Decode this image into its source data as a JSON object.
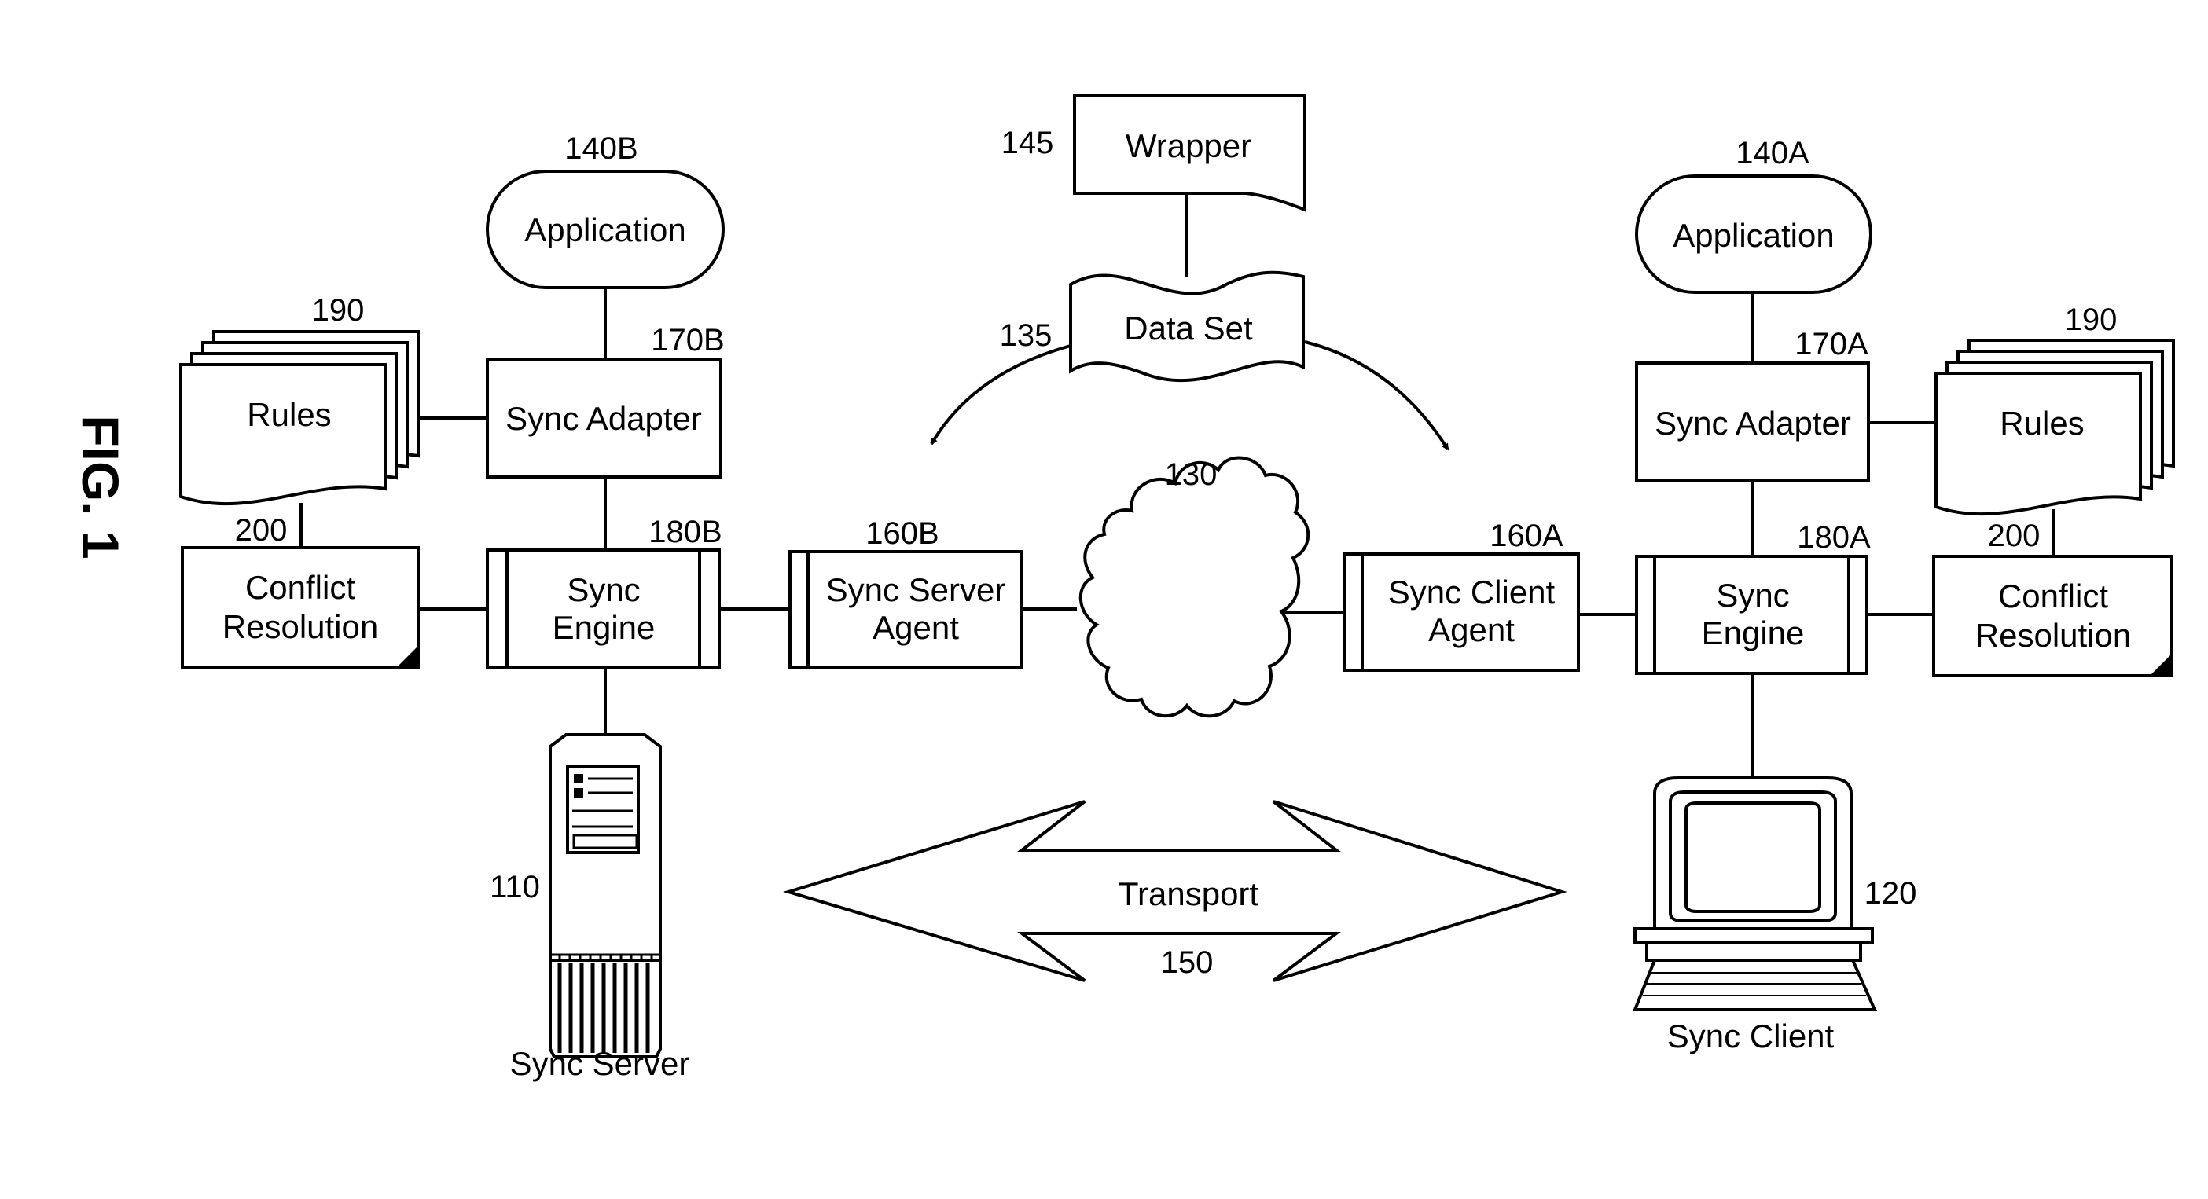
{
  "figure": {
    "label": "FIG. 1"
  },
  "server": {
    "application": {
      "label": "Application",
      "ref": "140B"
    },
    "sync_adapter": {
      "label": "Sync Adapter",
      "ref": "170B"
    },
    "rules": {
      "label": "Rules",
      "ref": "190"
    },
    "conflict_resolution": {
      "line1": "Conflict",
      "line2": "Resolution",
      "ref": "200"
    },
    "sync_engine": {
      "line1": "Sync",
      "line2": "Engine",
      "ref": "180B"
    },
    "agent": {
      "line1": "Sync Server",
      "line2": "Agent",
      "ref": "160B"
    },
    "device": {
      "label": "Sync Server",
      "ref": "110"
    }
  },
  "client": {
    "application": {
      "label": "Application",
      "ref": "140A"
    },
    "sync_adapter": {
      "label": "Sync Adapter",
      "ref": "170A"
    },
    "rules": {
      "label": "Rules",
      "ref": "190"
    },
    "conflict_resolution": {
      "line1": "Conflict",
      "line2": "Resolution",
      "ref": "200"
    },
    "sync_engine": {
      "line1": "Sync",
      "line2": "Engine",
      "ref": "180A"
    },
    "agent": {
      "line1": "Sync Client",
      "line2": "Agent",
      "ref": "160A"
    },
    "device": {
      "label": "Sync Client",
      "ref": "120"
    }
  },
  "wrapper": {
    "label": "Wrapper",
    "ref": "145"
  },
  "data_set": {
    "label": "Data Set",
    "ref": "135"
  },
  "network": {
    "ref": "130"
  },
  "transport": {
    "label": "Transport",
    "ref": "150"
  }
}
